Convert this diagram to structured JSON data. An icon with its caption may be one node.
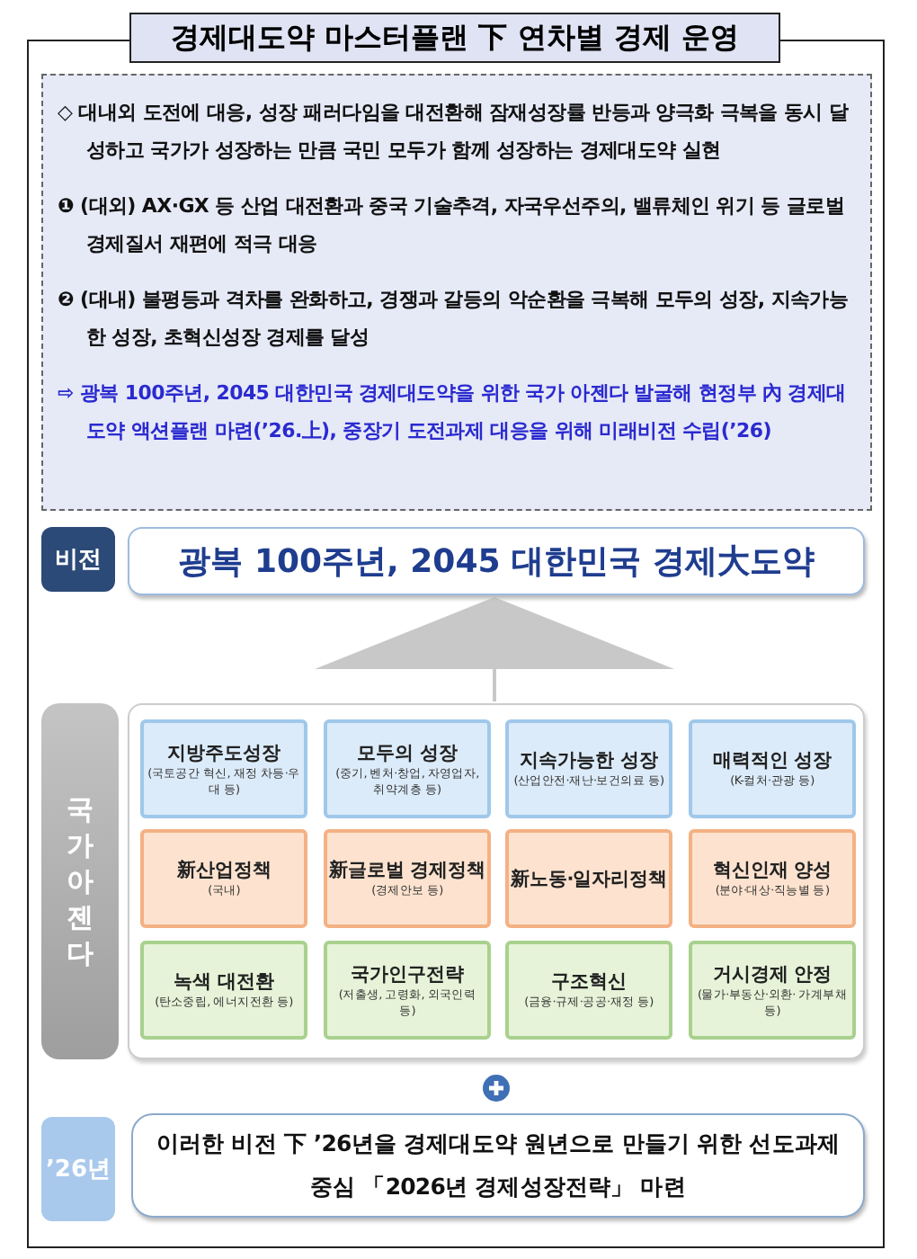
{
  "diagram": {
    "nodes": [
      {
        "text": [
          "경제대도약 마스터플랜 下 연차별 경제 운영"
        ]
      },
      {
        "text": [
          "◇ 대내외 도전에 대응, 성장 패러다임을 대전환해 잠재성장률 반등과 양극화 극복을 동시 달성하고 국가가 성장하는 만큼 국민 모두가 함께 성장하는 경제대도약 실현",
          "❶ (대외) AX·GX 등 산업 대전환과 중국 기술추격, 자국우선주의, 밸류체인 위기 등 글로벌 경제질서 재편에 적극 대응",
          "❷ (대내) 불평등과 격차를 완화하고, 경쟁과 갈등의 악순환을 극복해 모두의 성장, 지속가능한 성장, 초혁신성장 경제를 달성",
          "⇨ 광복 100주년, 2045 대한민국 경제대도약을 위한 국가 아젠다 발굴해 현정부 內 경제대도약 액션플랜 마련(’26.上), 중장기 도전과제 대응을 위해 미래비전 수립(’26)"
        ],
        "in": 0
      },
      {
        "text": [
          "비전"
        ],
        "in": 0
      },
      {
        "text": [
          "광복 100주년, 2045 대한민국 경제大도약"
        ],
        "in": 0
      },
      {
        "text": [
          "국가 아젠다"
        ],
        "in": 0
      },
      {
        "text": [],
        "shape": "box",
        "in": 0
      },
      {
        "text": [
          "지방주도성장",
          "(국토공간 혁신, 재정 차등·우대 등)"
        ],
        "in": 5
      },
      {
        "text": [
          "모두의 성장",
          "(중기, 벤처·창업, 자영업자, 취약계층 등)"
        ],
        "in": 5
      },
      {
        "text": [
          "지속가능한 성장",
          "(산업안전·재난·보건의료 등)"
        ],
        "in": 5
      },
      {
        "text": [
          "매력적인 성장",
          "(K-컬처·관광 등)"
        ],
        "in": 5
      },
      {
        "text": [
          "新산업정책",
          "(국내)"
        ],
        "in": 5
      },
      {
        "text": [
          "新글로벌 경제정책",
          "(경제안보 등)"
        ],
        "in": 5
      },
      {
        "text": [
          "新노동·일자리정책"
        ],
        "in": 5
      },
      {
        "text": [
          "혁신인재 양성",
          "(분야·대상·직능별 등)"
        ],
        "in": 5
      },
      {
        "text": [
          "녹색 대전환",
          "(탄소중립, 에너지전환 등)"
        ],
        "in": 5
      },
      {
        "text": [
          "국가인구전략",
          "(저출생, 고령화, 외국인력 등)"
        ],
        "in": 5
      },
      {
        "text": [
          "구조혁신",
          "(금융·규제·공공·재정 등)"
        ],
        "in": 5
      },
      {
        "text": [
          "거시경제 안정",
          "(물가·부동산·외환· 가계부채 등)"
        ],
        "in": 5
      },
      {
        "text": [
          "’26년"
        ],
        "in": 0
      },
      {
        "text": [
          "이러한 비전 下 ’26년을 경제대도약 원년으로 만들기 위한 선도과제 중심 「2026년 경제성장전략」 마련"
        ],
        "in": 0
      }
    ],
    "edges": [
      {
        "from": 5,
        "to": 3,
        "arrow": "to"
      }
    ]
  }
}
